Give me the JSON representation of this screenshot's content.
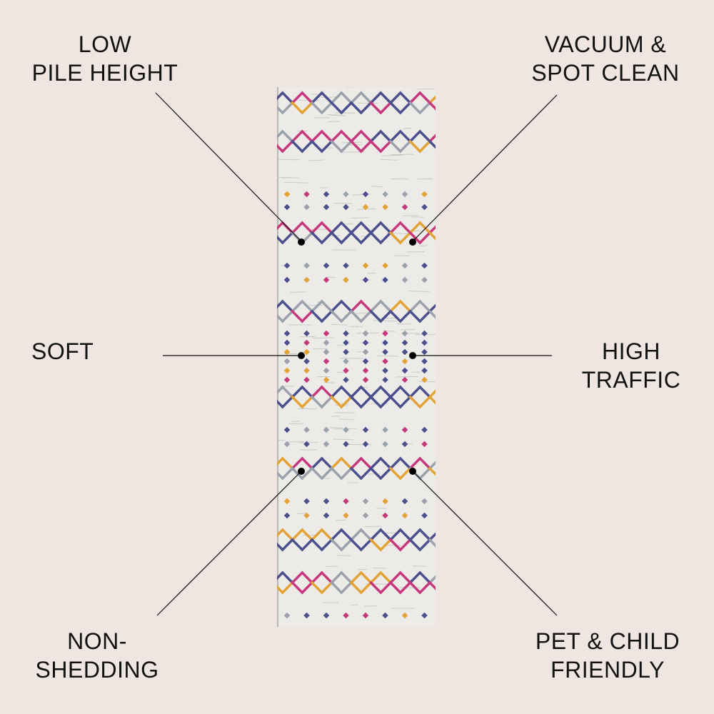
{
  "features": {
    "low_pile": [
      "LOW",
      "PILE HEIGHT"
    ],
    "vacuum": [
      "VACUUM &",
      "SPOT CLEAN"
    ],
    "soft": [
      "SOFT"
    ],
    "high_traffic": [
      "HIGH",
      "TRAFFIC"
    ],
    "non_shedding": [
      "NON-",
      "SHEDDING"
    ],
    "pet_child": [
      "PET & CHILD",
      "FRIENDLY"
    ]
  },
  "colors": {
    "background": "#efe6e1",
    "rug_base": "#ecebe8",
    "navy": "#4b4f8c",
    "pink": "#c7377c",
    "gold": "#e2a234",
    "gray": "#9ba1ab"
  }
}
